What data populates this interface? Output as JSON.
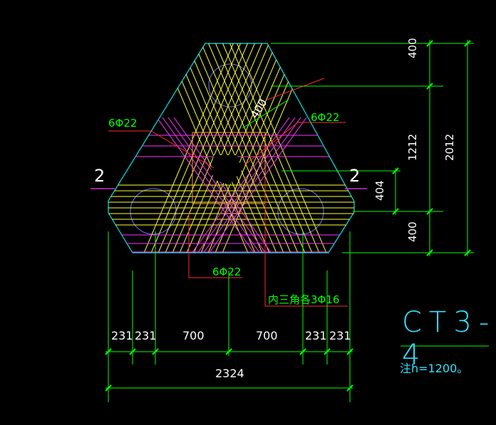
{
  "drawing": {
    "title": "CT3-4",
    "note": "注h=1200。",
    "section_mark": "2"
  },
  "rebar_labels": {
    "left_upper": "6Φ22",
    "right_upper": "6Φ22",
    "bottom": "6Φ22",
    "inner_triangle": "内三角各3Φ16"
  },
  "dimensions": {
    "bottom_segments": [
      "231",
      "231",
      "700",
      "700",
      "231",
      "231"
    ],
    "bottom_total": "2324",
    "right_top": "400",
    "right_middle": "1212",
    "right_bottom": "400",
    "right_total": "2012",
    "right_inner": "404",
    "diagonal": "400"
  },
  "colors": {
    "background": "#000000",
    "outline": "#00e5e5",
    "yellow_rebar": "#ffff33",
    "magenta_rebar": "#ff33ff",
    "leader_red": "#ff2a2a",
    "dimension_green": "#00ff00",
    "text_white": "#ffffff",
    "title_cyan": "#33e0ff"
  }
}
